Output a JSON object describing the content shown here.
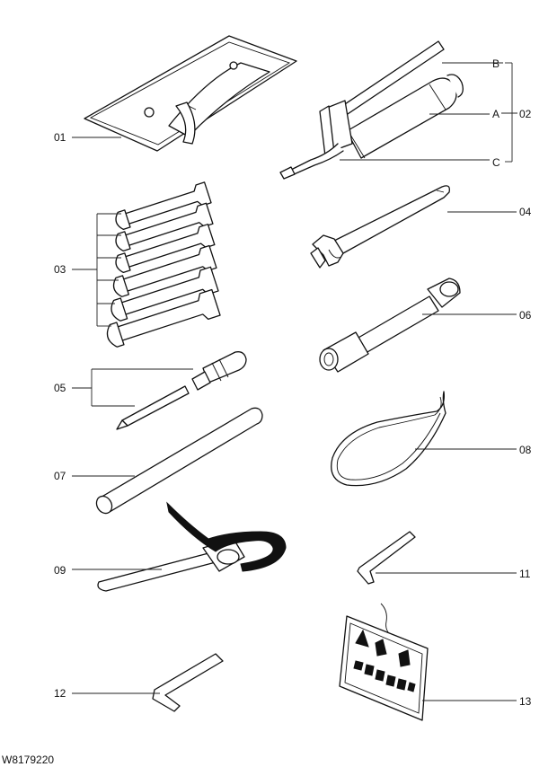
{
  "callouts": {
    "p01": "01",
    "p02": "02",
    "p03": "03",
    "p04": "04",
    "p05": "05",
    "p06": "06",
    "p07": "07",
    "p08": "08",
    "p09": "09",
    "p11": "11",
    "p12": "12",
    "p13": "13",
    "sub_a": "A",
    "sub_b": "B",
    "sub_c": "C"
  },
  "figure_code": "W8179220"
}
